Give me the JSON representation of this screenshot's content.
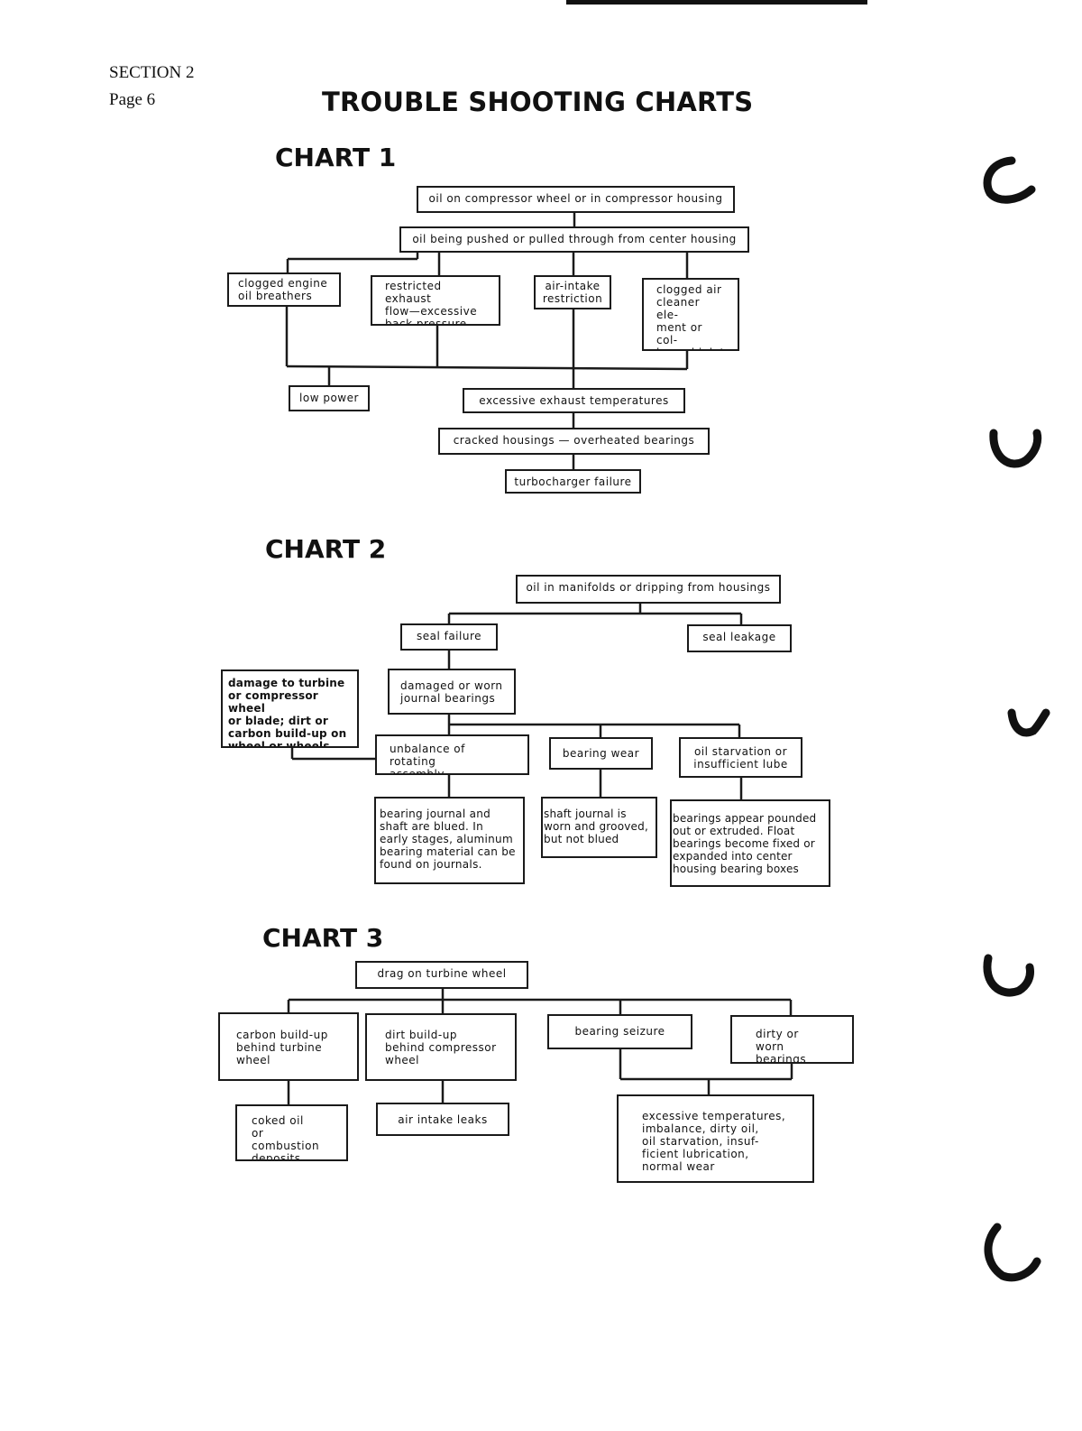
{
  "header": {
    "section": "SECTION 2",
    "page": "Page 6"
  },
  "title": "TROUBLE SHOOTING CHARTS",
  "chart1": {
    "heading": "CHART 1",
    "boxes": {
      "oil_on_compressor": "oil on compressor wheel or in compressor housing",
      "oil_pushed": "oil being pushed or pulled through from center housing",
      "clogged_breathers": "clogged engine\noil breathers",
      "restricted_exhaust": "restricted exhaust\nflow—excessive\nback pressure",
      "air_intake_restriction": "air-intake\nrestriction",
      "clogged_air_cleaner": "clogged air\ncleaner ele-\nment or col-\nlapsed inlet\nline",
      "low_power": "low power",
      "excessive_exhaust_temps": "excessive exhaust temperatures",
      "cracked_housings": "cracked housings — overheated bearings",
      "turbo_failure": "turbocharger failure"
    }
  },
  "chart2": {
    "heading": "CHART 2",
    "boxes": {
      "oil_in_manifolds": "oil in manifolds or dripping from housings",
      "seal_failure": "seal failure",
      "seal_leakage": "seal leakage",
      "damage_turbine": "damage to turbine\nor compressor wheel\nor blade; dirt or\ncarbon build-up on\nwheel or wheels",
      "damaged_journal": "damaged or worn\njournal bearings",
      "unbalance": "unbalance of rotating\nassembly",
      "bearing_wear": "bearing wear",
      "oil_starvation": "oil starvation or\ninsufficient lube",
      "journal_blued": "bearing journal and\nshaft are blued. In\nearly stages, aluminum\nbearing material can be\nfound on journals.",
      "shaft_grooved": "shaft journal is\nworn and grooved,\nbut not blued",
      "bearings_pounded": "bearings appear pounded\nout or extruded. Float\nbearings become fixed or\nexpanded into center\nhousing bearing boxes"
    }
  },
  "chart3": {
    "heading": "CHART 3",
    "boxes": {
      "drag_turbine": "drag on turbine wheel",
      "carbon_buildup": "carbon build-up\nbehind turbine\nwheel",
      "dirt_buildup": "dirt build-up\nbehind compressor\nwheel",
      "bearing_seizure": "bearing seizure",
      "dirty_bearings": "dirty or worn\nbearings",
      "coked_oil": "coked oil\nor combustion\ndeposits",
      "air_intake_leaks": "air intake leaks",
      "excessive_temps": "excessive temperatures,\nimbalance, dirty oil,\noil starvation, insuf-\nficient lubrication,\nnormal wear"
    }
  }
}
